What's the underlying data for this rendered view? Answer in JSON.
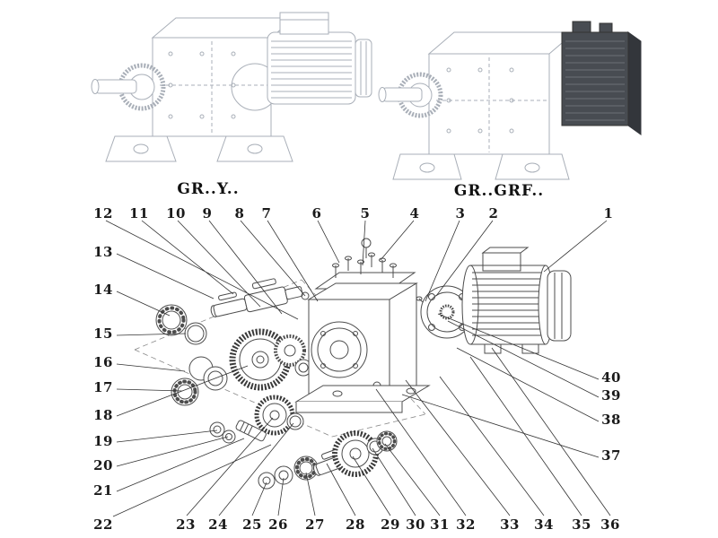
{
  "models": {
    "left": "GR..Y..",
    "right": "GR..GRF.."
  },
  "callouts": {
    "top": [
      "12",
      "11",
      "10",
      "9",
      "8",
      "7",
      "6",
      "5",
      "4",
      "3",
      "2",
      "1"
    ],
    "left": [
      "13",
      "14",
      "15",
      "16",
      "17",
      "18",
      "19",
      "20",
      "21",
      "22"
    ],
    "bottom": [
      "23",
      "24",
      "25",
      "26",
      "27",
      "28",
      "29",
      "30",
      "31",
      "32",
      "33",
      "34",
      "35",
      "36"
    ],
    "right": [
      "40",
      "39",
      "38",
      "37"
    ]
  },
  "colors": {
    "line_dark": "#4c4c4c",
    "line_light": "#a9afb8",
    "leader": "#333333",
    "dark_block": "#484c52"
  }
}
